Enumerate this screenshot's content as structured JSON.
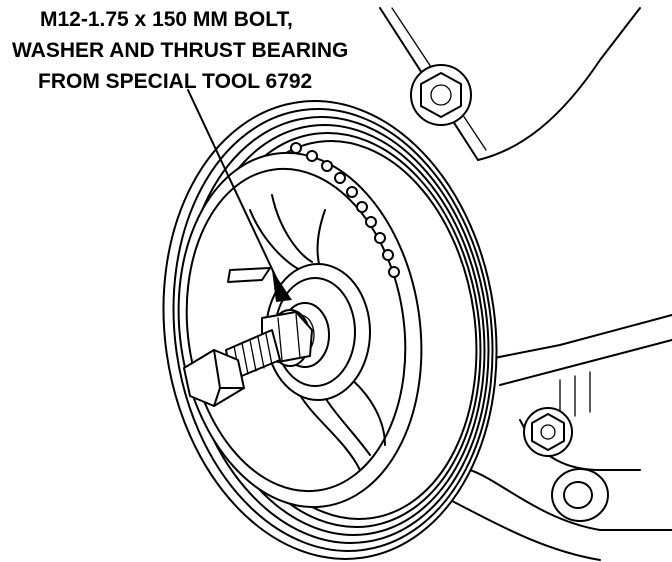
{
  "callout": {
    "line1": "M12-1.75 x 150 MM BOLT,",
    "line2": "WASHER AND THRUST BEARING",
    "line3": "FROM SPECIAL TOOL 6792"
  },
  "colors": {
    "ink": "#000000",
    "paper": "#ffffff"
  }
}
